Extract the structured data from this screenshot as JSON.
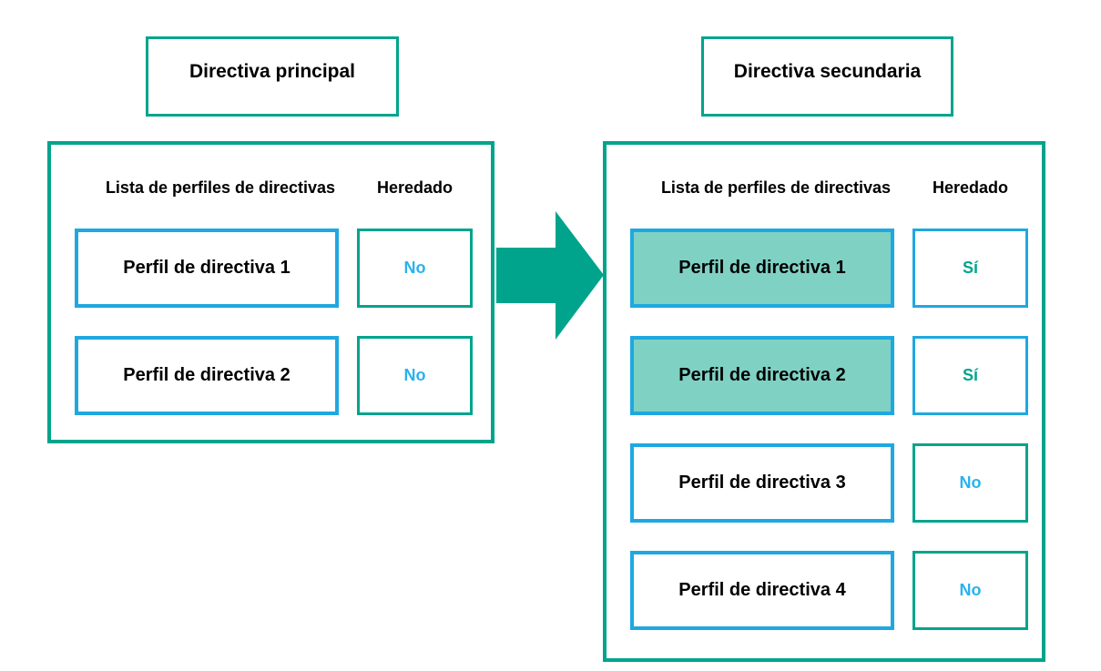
{
  "colors": {
    "teal": "#00a48c",
    "blue": "#1fa8e0",
    "light_blue": "#29b2ee",
    "teal_fill": "#7fd1c4",
    "text": "#000000"
  },
  "icons": {
    "arrow": "right-arrow-icon"
  },
  "panels": [
    {
      "title": "Directiva principal",
      "columns": {
        "profiles": "Lista de perfiles de directivas",
        "inherited": "Heredado"
      },
      "rows": [
        {
          "profile": "Perfil de directiva 1",
          "inherited": "No",
          "highlighted": false
        },
        {
          "profile": "Perfil de directiva 2",
          "inherited": "No",
          "highlighted": false
        }
      ]
    },
    {
      "title": "Directiva secundaria",
      "columns": {
        "profiles": "Lista de perfiles de directivas",
        "inherited": "Heredado"
      },
      "rows": [
        {
          "profile": "Perfil de directiva 1",
          "inherited": "Sí",
          "highlighted": true
        },
        {
          "profile": "Perfil de directiva 2",
          "inherited": "Sí",
          "highlighted": true
        },
        {
          "profile": "Perfil de directiva 3",
          "inherited": "No",
          "highlighted": false
        },
        {
          "profile": "Perfil de directiva 4",
          "inherited": "No",
          "highlighted": false
        }
      ]
    }
  ]
}
